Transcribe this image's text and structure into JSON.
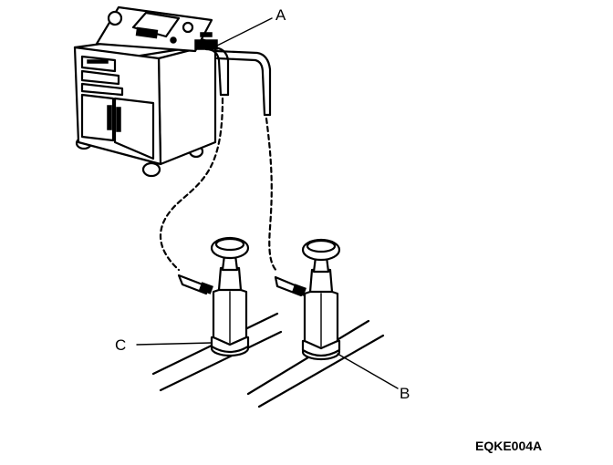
{
  "diagram": {
    "callouts": {
      "a": "A",
      "b": "B",
      "c": "C"
    },
    "figure_code": "EQKE004A"
  }
}
